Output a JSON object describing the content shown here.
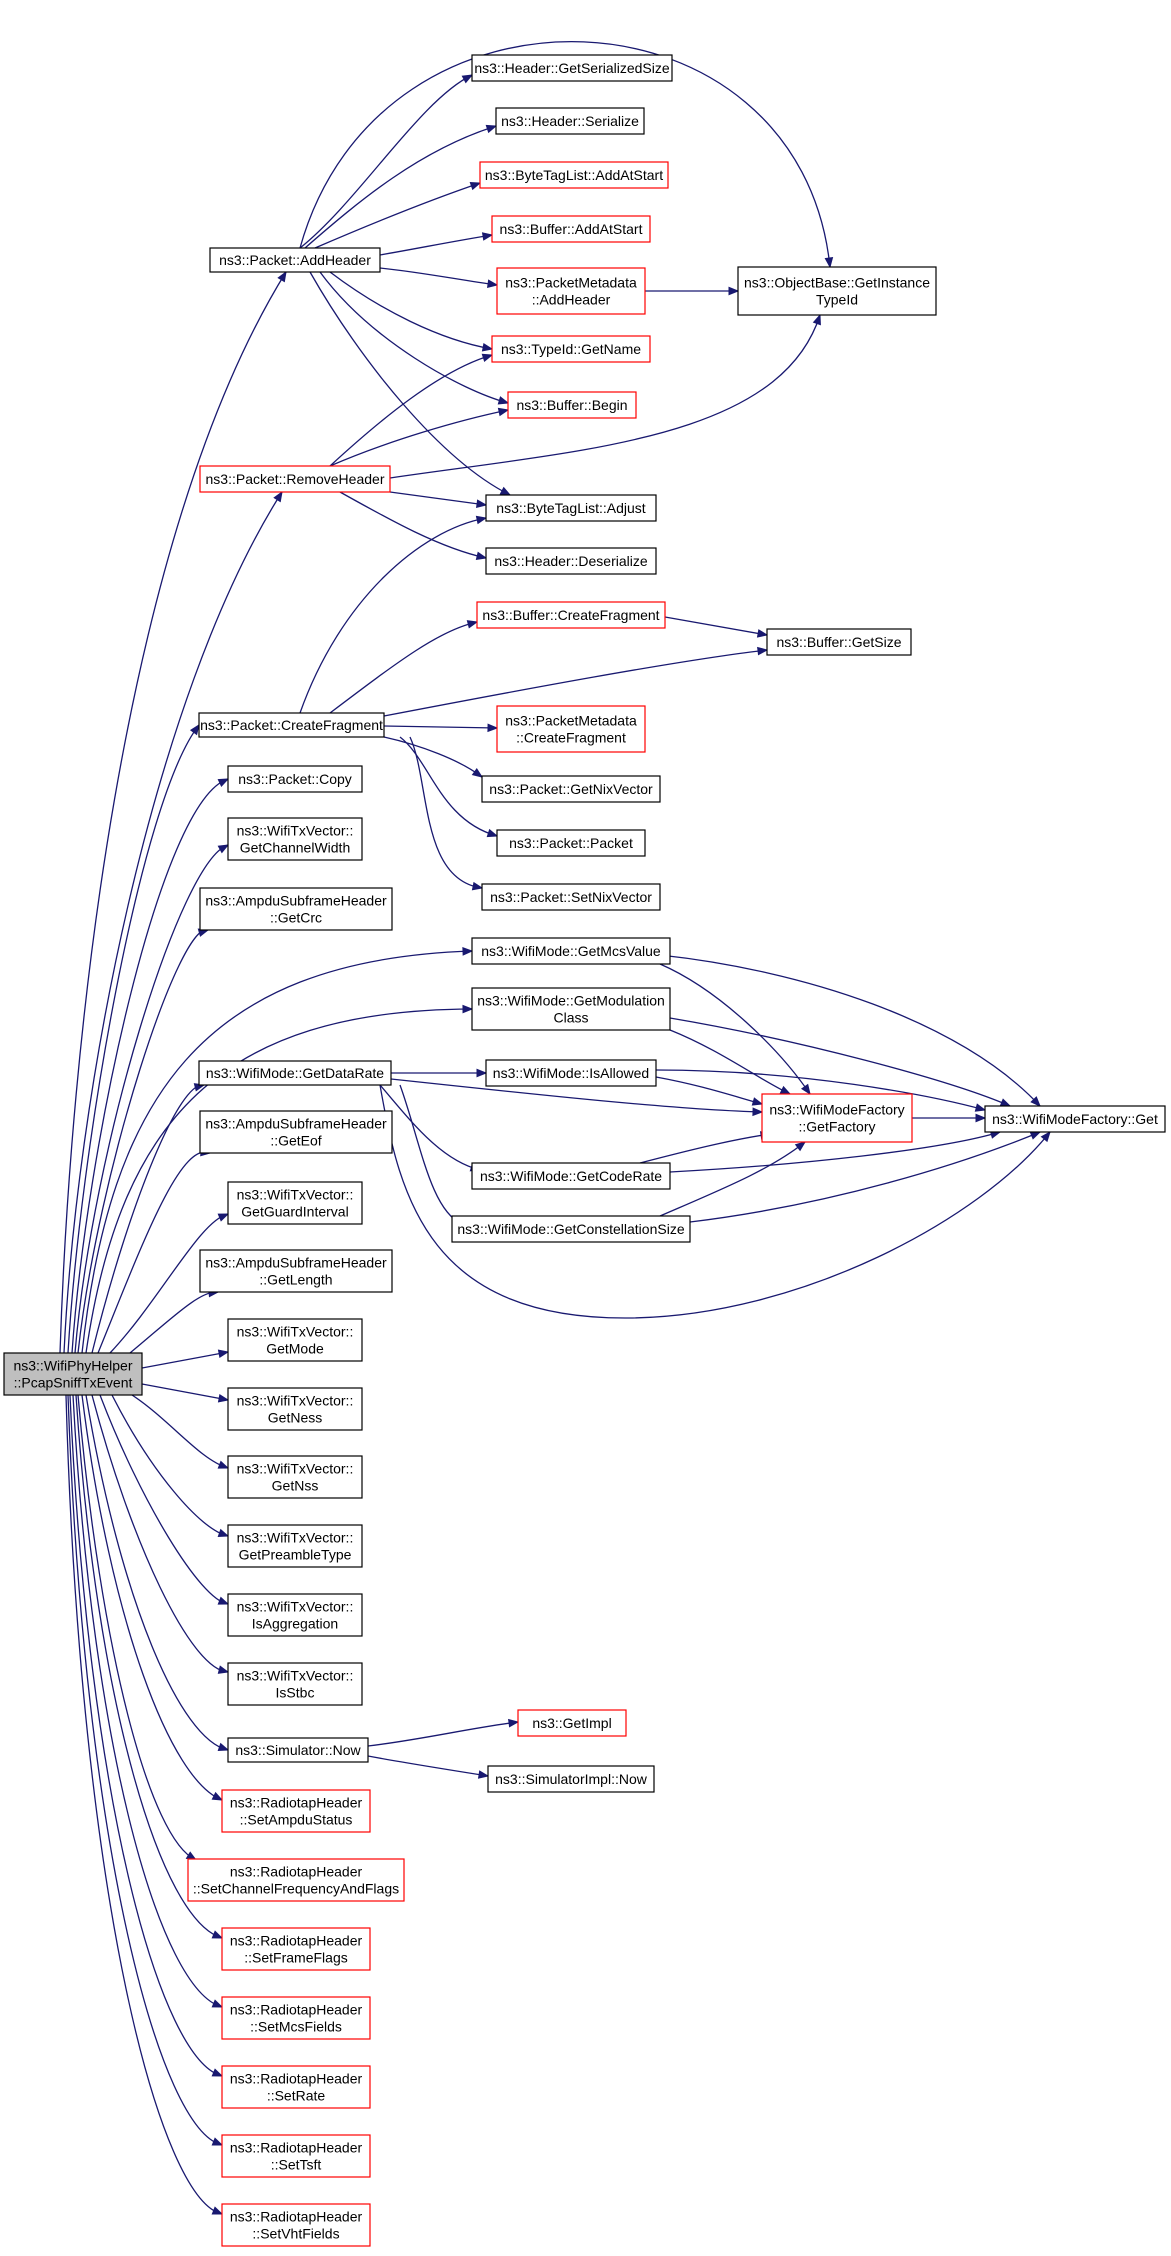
{
  "colors": {
    "edge": "#191970",
    "red_border": "#ff0000",
    "root_fill": "#bfbfbf",
    "border": "#000000"
  },
  "nodes": [
    {
      "id": "root",
      "lines": [
        "ns3::WifiPhyHelper",
        "::PcapSniffTxEvent"
      ],
      "style": "root"
    },
    {
      "id": "addHeader",
      "lines": [
        "ns3::Packet::AddHeader"
      ],
      "style": "black"
    },
    {
      "id": "removeHeader",
      "lines": [
        "ns3::Packet::RemoveHeader"
      ],
      "style": "red"
    },
    {
      "id": "createFragment",
      "lines": [
        "ns3::Packet::CreateFragment"
      ],
      "style": "black"
    },
    {
      "id": "copy",
      "lines": [
        "ns3::Packet::Copy"
      ],
      "style": "black"
    },
    {
      "id": "getChannelWidth",
      "lines": [
        "ns3::WifiTxVector::",
        "GetChannelWidth"
      ],
      "style": "black"
    },
    {
      "id": "getCrc",
      "lines": [
        "ns3::AmpduSubframeHeader",
        "::GetCrc"
      ],
      "style": "black"
    },
    {
      "id": "getDataRate",
      "lines": [
        "ns3::WifiMode::GetDataRate"
      ],
      "style": "black"
    },
    {
      "id": "getEof",
      "lines": [
        "ns3::AmpduSubframeHeader",
        "::GetEof"
      ],
      "style": "black"
    },
    {
      "id": "getGuardInterval",
      "lines": [
        "ns3::WifiTxVector::",
        "GetGuardInterval"
      ],
      "style": "black"
    },
    {
      "id": "getLength",
      "lines": [
        "ns3::AmpduSubframeHeader",
        "::GetLength"
      ],
      "style": "black"
    },
    {
      "id": "getMode",
      "lines": [
        "ns3::WifiTxVector::",
        "GetMode"
      ],
      "style": "black"
    },
    {
      "id": "getNess",
      "lines": [
        "ns3::WifiTxVector::",
        "GetNess"
      ],
      "style": "black"
    },
    {
      "id": "getNss",
      "lines": [
        "ns3::WifiTxVector::",
        "GetNss"
      ],
      "style": "black"
    },
    {
      "id": "getPreambleType",
      "lines": [
        "ns3::WifiTxVector::",
        "GetPreambleType"
      ],
      "style": "black"
    },
    {
      "id": "isAggregation",
      "lines": [
        "ns3::WifiTxVector::",
        "IsAggregation"
      ],
      "style": "black"
    },
    {
      "id": "isStbc",
      "lines": [
        "ns3::WifiTxVector::",
        "IsStbc"
      ],
      "style": "black"
    },
    {
      "id": "simNow",
      "lines": [
        "ns3::Simulator::Now"
      ],
      "style": "black"
    },
    {
      "id": "setAmpduStatus",
      "lines": [
        "ns3::RadiotapHeader",
        "::SetAmpduStatus"
      ],
      "style": "red"
    },
    {
      "id": "setChannelFreq",
      "lines": [
        "ns3::RadiotapHeader",
        "::SetChannelFrequencyAndFlags"
      ],
      "style": "red"
    },
    {
      "id": "setFrameFlags",
      "lines": [
        "ns3::RadiotapHeader",
        "::SetFrameFlags"
      ],
      "style": "red"
    },
    {
      "id": "setMcsFields",
      "lines": [
        "ns3::RadiotapHeader",
        "::SetMcsFields"
      ],
      "style": "red"
    },
    {
      "id": "setRate",
      "lines": [
        "ns3::RadiotapHeader",
        "::SetRate"
      ],
      "style": "red"
    },
    {
      "id": "setTsft",
      "lines": [
        "ns3::RadiotapHeader",
        "::SetTsft"
      ],
      "style": "red"
    },
    {
      "id": "setVhtFields",
      "lines": [
        "ns3::RadiotapHeader",
        "::SetVhtFields"
      ],
      "style": "red"
    },
    {
      "id": "getSerializedSize",
      "lines": [
        "ns3::Header::GetSerializedSize"
      ],
      "style": "black"
    },
    {
      "id": "serialize",
      "lines": [
        "ns3::Header::Serialize"
      ],
      "style": "black"
    },
    {
      "id": "byteTagAddAtStart",
      "lines": [
        "ns3::ByteTagList::AddAtStart"
      ],
      "style": "red"
    },
    {
      "id": "bufferAddAtStart",
      "lines": [
        "ns3::Buffer::AddAtStart"
      ],
      "style": "red"
    },
    {
      "id": "packetMetadataAddHeader",
      "lines": [
        "ns3::PacketMetadata",
        "::AddHeader"
      ],
      "style": "red"
    },
    {
      "id": "typeIdGetName",
      "lines": [
        "ns3::TypeId::GetName"
      ],
      "style": "red"
    },
    {
      "id": "bufferBegin",
      "lines": [
        "ns3::Buffer::Begin"
      ],
      "style": "red"
    },
    {
      "id": "byteTagAdjust",
      "lines": [
        "ns3::ByteTagList::Adjust"
      ],
      "style": "black"
    },
    {
      "id": "headerDeserialize",
      "lines": [
        "ns3::Header::Deserialize"
      ],
      "style": "black"
    },
    {
      "id": "objectBaseGetInstanceTypeId",
      "lines": [
        "ns3::ObjectBase::GetInstance",
        "TypeId"
      ],
      "style": "black"
    },
    {
      "id": "bufferCreateFragment",
      "lines": [
        "ns3::Buffer::CreateFragment"
      ],
      "style": "red"
    },
    {
      "id": "bufferGetSize",
      "lines": [
        "ns3::Buffer::GetSize"
      ],
      "style": "black"
    },
    {
      "id": "packetMetadataCreateFragment",
      "lines": [
        "ns3::PacketMetadata",
        "::CreateFragment"
      ],
      "style": "red"
    },
    {
      "id": "getNixVector",
      "lines": [
        "ns3::Packet::GetNixVector"
      ],
      "style": "black"
    },
    {
      "id": "packetPacket",
      "lines": [
        "ns3::Packet::Packet"
      ],
      "style": "black"
    },
    {
      "id": "setNixVector",
      "lines": [
        "ns3::Packet::SetNixVector"
      ],
      "style": "black"
    },
    {
      "id": "getMcsValue",
      "lines": [
        "ns3::WifiMode::GetMcsValue"
      ],
      "style": "black"
    },
    {
      "id": "getModulationClass",
      "lines": [
        "ns3::WifiMode::GetModulation",
        "Class"
      ],
      "style": "black"
    },
    {
      "id": "isAllowed",
      "lines": [
        "ns3::WifiMode::IsAllowed"
      ],
      "style": "black"
    },
    {
      "id": "wifiModeFactoryGetFactory",
      "lines": [
        "ns3::WifiModeFactory",
        "::GetFactory"
      ],
      "style": "red"
    },
    {
      "id": "wifiModeFactoryGet",
      "lines": [
        "ns3::WifiModeFactory::Get"
      ],
      "style": "black"
    },
    {
      "id": "getCodeRate",
      "lines": [
        "ns3::WifiMode::GetCodeRate"
      ],
      "style": "black"
    },
    {
      "id": "getConstellationSize",
      "lines": [
        "ns3::WifiMode::GetConstellationSize"
      ],
      "style": "black"
    },
    {
      "id": "getImpl",
      "lines": [
        "ns3::GetImpl"
      ],
      "style": "red"
    },
    {
      "id": "simImplNow",
      "lines": [
        "ns3::SimulatorImpl::Now"
      ],
      "style": "black"
    }
  ],
  "edges": [
    [
      "root",
      "addHeader"
    ],
    [
      "root",
      "removeHeader"
    ],
    [
      "root",
      "createFragment"
    ],
    [
      "root",
      "copy"
    ],
    [
      "root",
      "getChannelWidth"
    ],
    [
      "root",
      "getCrc"
    ],
    [
      "root",
      "getMcsValue"
    ],
    [
      "root",
      "getModulationClass"
    ],
    [
      "root",
      "getDataRate"
    ],
    [
      "root",
      "getEof"
    ],
    [
      "root",
      "getGuardInterval"
    ],
    [
      "root",
      "getLength"
    ],
    [
      "root",
      "getMode"
    ],
    [
      "root",
      "getNess"
    ],
    [
      "root",
      "getNss"
    ],
    [
      "root",
      "getPreambleType"
    ],
    [
      "root",
      "isAggregation"
    ],
    [
      "root",
      "isStbc"
    ],
    [
      "root",
      "simNow"
    ],
    [
      "root",
      "setAmpduStatus"
    ],
    [
      "root",
      "setChannelFreq"
    ],
    [
      "root",
      "setFrameFlags"
    ],
    [
      "root",
      "setMcsFields"
    ],
    [
      "root",
      "setRate"
    ],
    [
      "root",
      "setTsft"
    ],
    [
      "root",
      "setVhtFields"
    ],
    [
      "addHeader",
      "getSerializedSize"
    ],
    [
      "addHeader",
      "serialize"
    ],
    [
      "addHeader",
      "byteTagAddAtStart"
    ],
    [
      "addHeader",
      "bufferAddAtStart"
    ],
    [
      "addHeader",
      "packetMetadataAddHeader"
    ],
    [
      "addHeader",
      "typeIdGetName"
    ],
    [
      "addHeader",
      "bufferBegin"
    ],
    [
      "addHeader",
      "byteTagAdjust"
    ],
    [
      "addHeader",
      "objectBaseGetInstanceTypeId"
    ],
    [
      "packetMetadataAddHeader",
      "objectBaseGetInstanceTypeId"
    ],
    [
      "removeHeader",
      "typeIdGetName"
    ],
    [
      "removeHeader",
      "bufferBegin"
    ],
    [
      "removeHeader",
      "byteTagAdjust"
    ],
    [
      "removeHeader",
      "headerDeserialize"
    ],
    [
      "removeHeader",
      "objectBaseGetInstanceTypeId"
    ],
    [
      "createFragment",
      "byteTagAdjust"
    ],
    [
      "createFragment",
      "bufferCreateFragment"
    ],
    [
      "createFragment",
      "bufferGetSize"
    ],
    [
      "createFragment",
      "packetMetadataCreateFragment"
    ],
    [
      "createFragment",
      "getNixVector"
    ],
    [
      "createFragment",
      "packetPacket"
    ],
    [
      "createFragment",
      "setNixVector"
    ],
    [
      "bufferCreateFragment",
      "bufferGetSize"
    ],
    [
      "getMcsValue",
      "wifiModeFactoryGetFactory"
    ],
    [
      "getMcsValue",
      "wifiModeFactoryGet"
    ],
    [
      "getModulationClass",
      "wifiModeFactoryGetFactory"
    ],
    [
      "getModulationClass",
      "wifiModeFactoryGet"
    ],
    [
      "getDataRate",
      "isAllowed"
    ],
    [
      "getDataRate",
      "wifiModeFactoryGetFactory"
    ],
    [
      "getDataRate",
      "getCodeRate"
    ],
    [
      "getDataRate",
      "getConstellationSize"
    ],
    [
      "getDataRate",
      "wifiModeFactoryGet"
    ],
    [
      "isAllowed",
      "wifiModeFactoryGetFactory"
    ],
    [
      "isAllowed",
      "wifiModeFactoryGet"
    ],
    [
      "getCodeRate",
      "wifiModeFactoryGetFactory"
    ],
    [
      "getCodeRate",
      "wifiModeFactoryGet"
    ],
    [
      "getConstellationSize",
      "wifiModeFactoryGetFactory"
    ],
    [
      "getConstellationSize",
      "wifiModeFactoryGet"
    ],
    [
      "wifiModeFactoryGetFactory",
      "wifiModeFactoryGet"
    ],
    [
      "simNow",
      "getImpl"
    ],
    [
      "simNow",
      "simImplNow"
    ]
  ]
}
